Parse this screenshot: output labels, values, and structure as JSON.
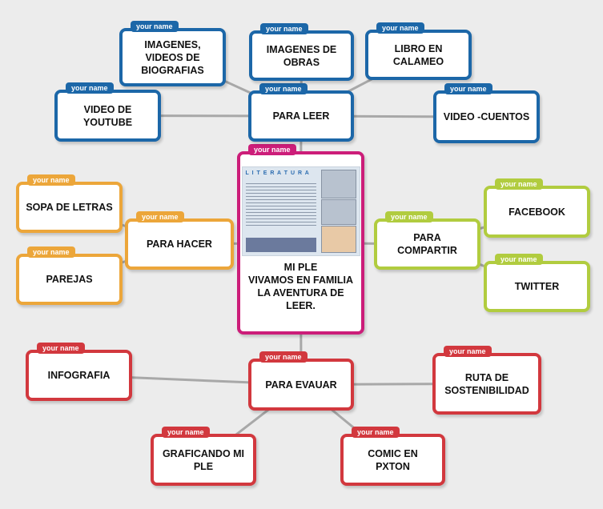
{
  "tag_text": "your name",
  "colors": {
    "blue": "#1c67a8",
    "orange": "#eca63a",
    "green": "#b1cc3f",
    "red": "#d2383e",
    "pink": "#cc1d79",
    "edge": "#a8a8a8"
  },
  "nodes": {
    "center": "MI PLE\nVIVAMOS EN FAMILIA\nLA AVENTURA DE\nLEER.",
    "para_leer": "PARA LEER",
    "imagenes_videos": "IMAGENES,\nVIDEOS DE\nBIOGRAFIAS",
    "imagenes_obras": "IMAGENES DE\nOBRAS",
    "libro_calameo": "LIBRO EN\nCALAMEO",
    "video_youtube": "VIDEO DE\nYOUTUBE",
    "video_cuentos": "VIDEO -CUENTOS",
    "para_hacer": "PARA HACER",
    "sopa_letras": "SOPA DE LETRAS",
    "parejas": "PAREJAS",
    "para_compartir": "PARA\nCOMPARTIR",
    "facebook": "FACEBOOK",
    "twitter": "TWITTER",
    "para_evaluar": "PARA EVAUAR",
    "infografia": "INFOGRAFIA",
    "ruta": "RUTA DE\nSOSTENIBILIDAD",
    "graficando": "GRAFICANDO MI\nPLE",
    "comic": "COMIC EN\nPXTON"
  },
  "edges": [
    [
      "center",
      "para_leer"
    ],
    [
      "center",
      "para_hacer"
    ],
    [
      "center",
      "para_compartir"
    ],
    [
      "center",
      "para_evaluar"
    ],
    [
      "para_leer",
      "imagenes_videos"
    ],
    [
      "para_leer",
      "imagenes_obras"
    ],
    [
      "para_leer",
      "libro_calameo"
    ],
    [
      "para_leer",
      "video_youtube"
    ],
    [
      "para_leer",
      "video_cuentos"
    ],
    [
      "para_hacer",
      "sopa_letras"
    ],
    [
      "para_hacer",
      "parejas"
    ],
    [
      "para_compartir",
      "facebook"
    ],
    [
      "para_compartir",
      "twitter"
    ],
    [
      "para_evaluar",
      "infografia"
    ],
    [
      "para_evaluar",
      "ruta"
    ],
    [
      "para_evaluar",
      "graficando"
    ],
    [
      "para_evaluar",
      "comic"
    ]
  ]
}
